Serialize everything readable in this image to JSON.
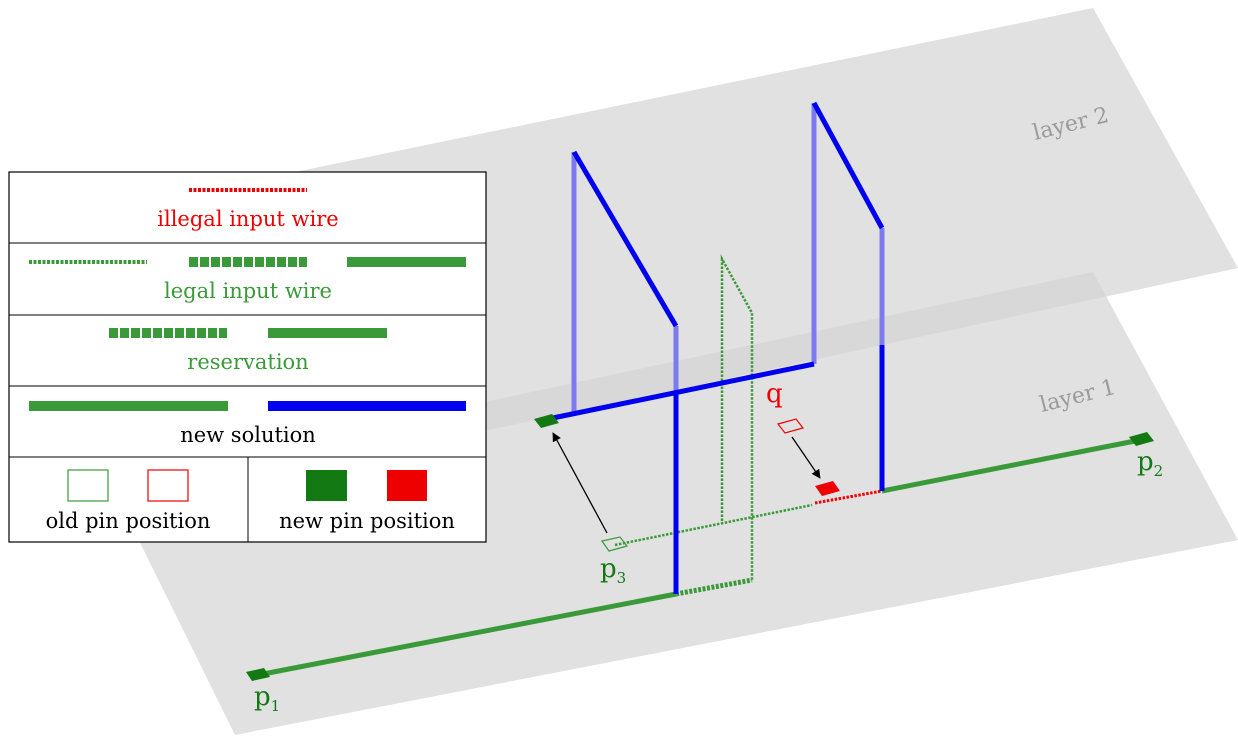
{
  "layers": [
    {
      "label": "layer 2"
    },
    {
      "label": "layer 1"
    }
  ],
  "pins": [
    {
      "name": "p",
      "sub": "1"
    },
    {
      "name": "p",
      "sub": "2"
    },
    {
      "name": "p",
      "sub": "3"
    },
    {
      "name": "q",
      "sub": ""
    }
  ],
  "legend": {
    "illegal": "illegal input wire",
    "legal": "legal input wire",
    "reservation": "reservation",
    "new_solution": "new solution",
    "old_pin": "old pin position",
    "new_pin": "new pin position"
  },
  "colors": {
    "green": "#3a9a3a",
    "dark_green": "#137a13",
    "blue": "#0000ee",
    "light_blue": "#7b7bef",
    "red": "#ee0000",
    "layer": "#dcdcdc",
    "layer_label": "#9a9a9a"
  }
}
